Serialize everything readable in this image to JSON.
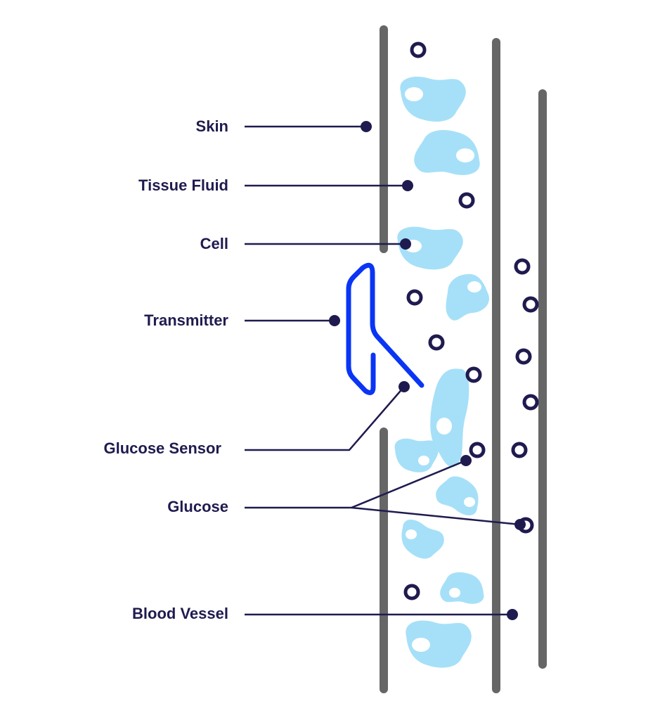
{
  "diagram": {
    "labels": {
      "skin": "Skin",
      "tissue_fluid": "Tissue Fluid",
      "cell": "Cell",
      "transmitter": "Transmitter",
      "glucose_sensor": "Glucose Sensor",
      "glucose": "Glucose",
      "blood_vessel": "Blood Vessel"
    },
    "colors": {
      "label": "#1f1b4f",
      "wall": "#666666",
      "cell": "#a6e0f8",
      "transmitter": "#0a35f5",
      "glucose": "#1f1b4f"
    }
  }
}
